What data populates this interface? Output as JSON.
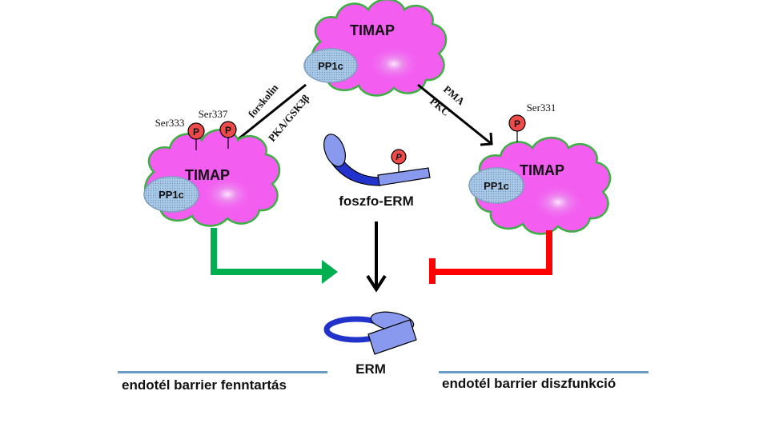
{
  "diagram": {
    "colors": {
      "timap_fill": "#f35ef0",
      "timap_outline": "#3cb043",
      "pp1c_fill": "#a8c8e8",
      "phospho_fill": "#ef4a4a",
      "erm_dark": "#2233cc",
      "erm_light": "#8899ee",
      "green_arrow": "#00b050",
      "red_arrow": "#ff0000",
      "rule_color": "#6b9bc9"
    },
    "top_complex": {
      "timap": "TIMAP",
      "pp1c": "PP1c"
    },
    "left_complex": {
      "timap": "TIMAP",
      "pp1c": "PP1c",
      "sites": [
        "Ser333",
        "Ser337"
      ],
      "phospho": "P"
    },
    "right_complex": {
      "timap": "TIMAP",
      "pp1c": "PP1c",
      "sites": [
        "Ser331"
      ],
      "phospho": "P"
    },
    "left_arrow": {
      "line1": "forskolin",
      "line2": "PKA/GSK3β"
    },
    "right_arrow": {
      "line1": "PMA",
      "line2": "PKC"
    },
    "phospho_erm": {
      "label": "foszfo-ERM",
      "phospho": "P"
    },
    "erm": {
      "label": "ERM"
    },
    "bottom": {
      "left": "endotél barrier fenntartás",
      "right": "endotél barrier diszfunkció"
    }
  }
}
